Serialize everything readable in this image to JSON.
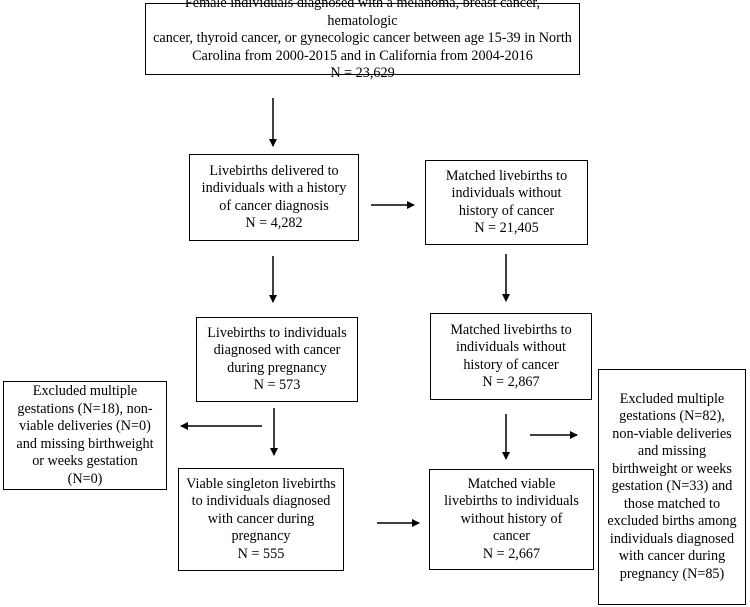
{
  "boxes": {
    "top": "Female individuals diagnosed with a melanoma, breast cancer, hematologic\ncancer, thyroid cancer, or gynecologic cancer between age 15-39 in North\nCarolina from 2000-2015 and in California from 2004-2016\nN = 23,629",
    "cancer_livebirths": "Livebirths delivered to\nindividuals with a history\nof cancer diagnosis\nN = 4,282",
    "matched_livebirths": "Matched livebirths to\nindividuals without\nhistory of cancer\nN = 21,405",
    "pregnancy_livebirths": "Livebirths to individuals\ndiagnosed with cancer\nduring pregnancy\nN = 573",
    "matched_livebirths_2": "Matched livebirths to\nindividuals without\nhistory of cancer\nN = 2,867",
    "excluded_left": "Excluded multiple\ngestations (N=18), non-\nviable deliveries (N=0)\nand missing birthweight\nor weeks gestation\n(N=0)",
    "viable_singleton": "Viable singleton livebirths\nto individuals diagnosed\nwith cancer during\npregnancy\nN = 555",
    "matched_viable": "Matched viable\nlivebirths to individuals\nwithout history of\ncancer\nN = 2,667",
    "excluded_right": "Excluded multiple\ngestations (N=82),\nnon-viable deliveries\nand missing\nbirthweight or weeks\ngestation (N=33) and\nthose matched to\nexcluded births among\nindividuals diagnosed\nwith cancer during\npregnancy (N=85)"
  }
}
